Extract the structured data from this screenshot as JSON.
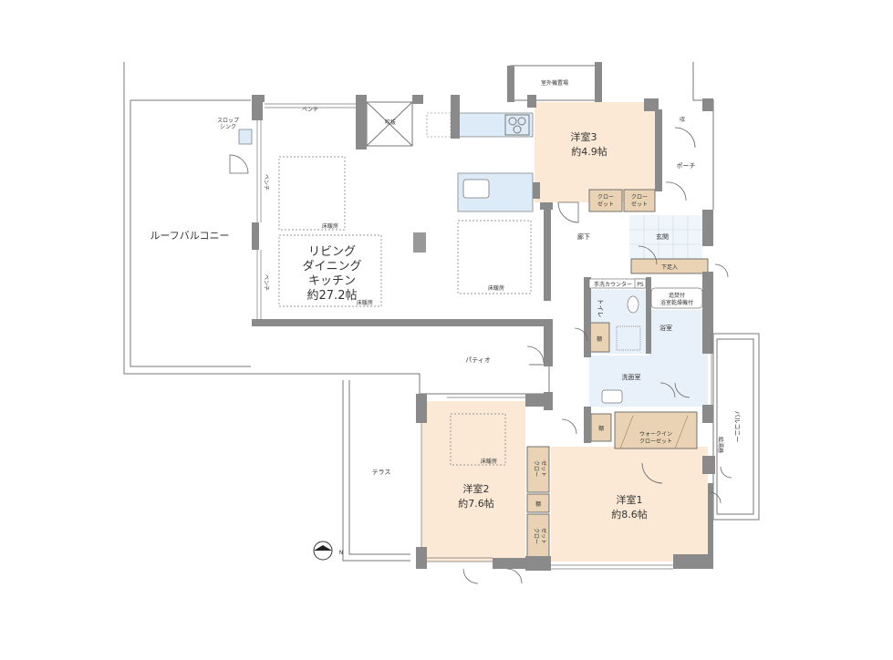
{
  "labels": {
    "roof_balcony": "ルーフバルコニー",
    "living_line1": "リビング",
    "living_line2": "ダイニング",
    "living_line3": "キッチン",
    "living_size": "約27.2帖",
    "room3_name": "洋室3",
    "room3_size": "約4.9帖",
    "room2_name": "洋室2",
    "room2_size": "約7.6帖",
    "room1_name": "洋室1",
    "room1_size": "約8.6帖",
    "porch": "ポーチ",
    "entrance": "玄関",
    "corridor": "廊下",
    "toilet": "トイレ",
    "bath": "浴室",
    "washroom": "洗面室",
    "patio": "パティオ",
    "terrace": "テラス",
    "balcony": "バルコニー",
    "outdoor_unit": "室外機置場",
    "bench_top": "ベンチ",
    "bench_side1": "ベンチ",
    "bench_side2": "ベンチ",
    "smog_range_1": "スロップ",
    "smog_range_2": "シンク",
    "floor_heat_1": "床暖房",
    "floor_heat_2": "床暖房",
    "floor_heat_3": "床暖房",
    "floor_heat_4": "床暖房",
    "stairwell": "吹抜",
    "closet3a_1": "クロー",
    "closet3a_2": "ゼット",
    "closet3b_1": "クロー",
    "closet3b_2": "ゼット",
    "shoes": "下足入",
    "reheat": "追焚付",
    "bath_dryer": "浴室乾燥機付",
    "walkin_1": "ウォークイン",
    "walkin_2": "クローゼット",
    "closet2a_1": "クロー",
    "closet2a_2": "ゼット",
    "closet2b_1": "クロー",
    "closet2b_2": "ゼット",
    "shelf_1": "棚",
    "shelf_2": "棚",
    "shelf_3": "棚",
    "mailbox": "収",
    "water_heater": "給湯器",
    "ps": "PS",
    "wash_counter": "手洗カウンター",
    "north": "N"
  },
  "colors": {
    "wall": "#8a8a8a",
    "bedroom_floor": "#fbe9d6",
    "wet_area": "#e8f1fa",
    "storage": "#e9d3b4"
  }
}
